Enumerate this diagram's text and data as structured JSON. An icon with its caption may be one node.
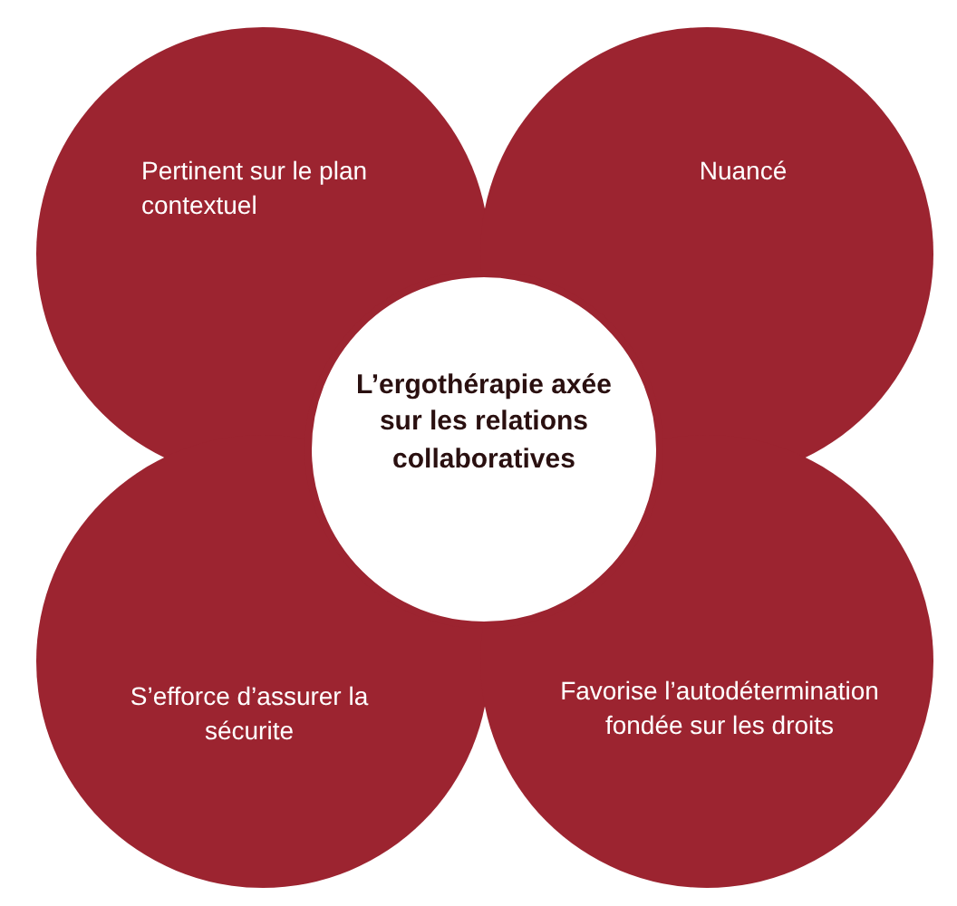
{
  "diagram": {
    "nodes": [
      {
        "text": [
          "Pertinent sur le plan contextuel"
        ]
      },
      {
        "text": [
          "Nuancé"
        ]
      },
      {
        "text": [
          "L’ergothérapie axée sur les relations collaboratives"
        ]
      },
      {
        "text": [
          "S’efforce d’assurer la sécurite"
        ]
      },
      {
        "text": [
          "Favorise l’autodétermination fondée sur les droits"
        ]
      }
    ]
  }
}
